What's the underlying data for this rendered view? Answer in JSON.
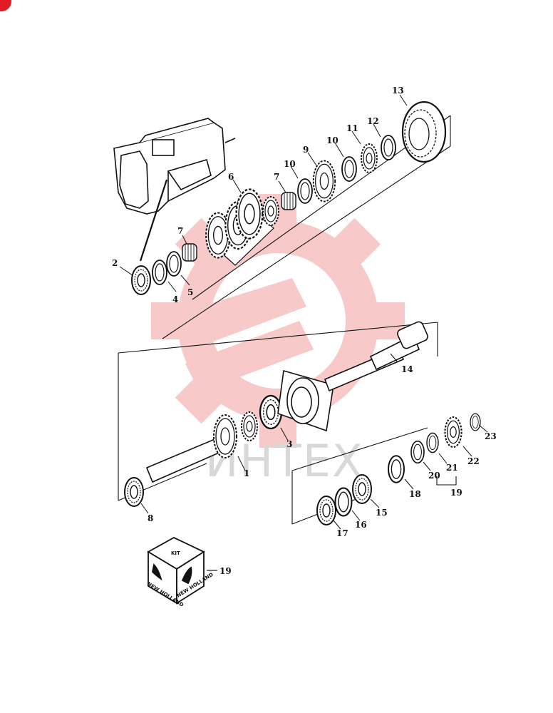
{
  "watermark": {
    "text": "ИНТЕХ",
    "color": "#f2b8b8"
  },
  "corner_badge_color": "#e01b22",
  "kit": {
    "label": "KIT",
    "brand": "NEW HOLLAND",
    "ref": "19"
  },
  "callouts": {
    "c1": "1",
    "c2": "2",
    "c3": "3",
    "c4": "4",
    "c5": "5",
    "c6": "6",
    "c7a": "7",
    "c7b": "7",
    "c8": "8",
    "c9": "9",
    "c10a": "10",
    "c10b": "10",
    "c11": "11",
    "c12": "12",
    "c13": "13",
    "c14": "14",
    "c15": "15",
    "c16": "16",
    "c17": "17",
    "c18": "18",
    "c19": "19",
    "c20": "20",
    "c21": "21",
    "c22": "22",
    "c23": "23"
  },
  "icons": [
    "corner-badge",
    "housing",
    "gear",
    "bearing",
    "washer",
    "shaft",
    "flange",
    "kit-box",
    "watermark-gear"
  ]
}
